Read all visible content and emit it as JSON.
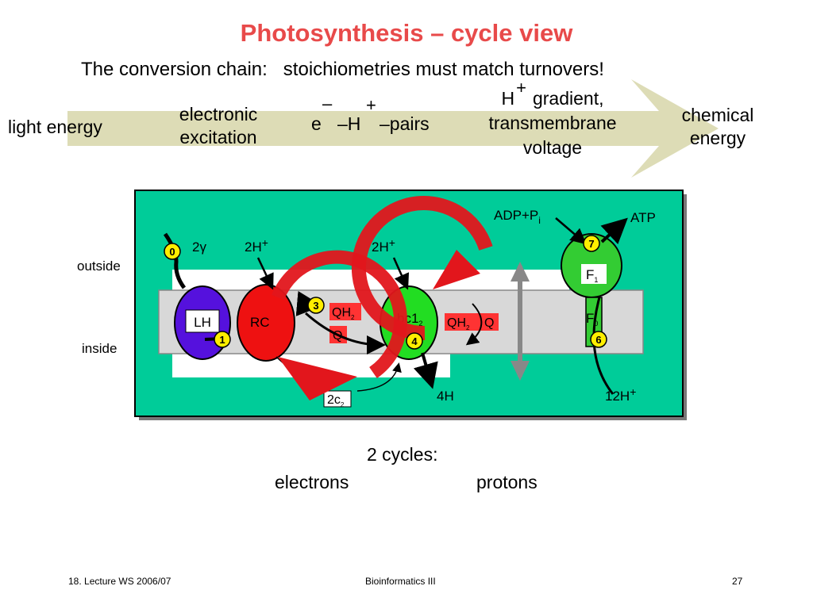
{
  "title": "Photosynthesis – cycle view",
  "subtitle": "The conversion chain:   stoichiometries must match turnovers!",
  "colors": {
    "title": "#e84a4a",
    "arrow": "#dddcb6",
    "panel": "#00cc99",
    "membrane": "#d8d8d8",
    "cycle": "#e2161c",
    "lh": "#5511dd",
    "rc": "#ee1111",
    "bc1": "#22dd22",
    "atpase": "#33cc33",
    "badge": "#ffee00",
    "tag": "#ff3333"
  },
  "chain": {
    "light": "light energy",
    "excitation_1": "electronic",
    "excitation_2": "excitation",
    "pairs_e": "e",
    "pairs_minus": "–",
    "pairs_h": "–H",
    "pairs_plus": "+",
    "pairs_end": "–pairs",
    "gradient_h": "H",
    "gradient_plus": "+",
    "gradient_1": "gradient,",
    "gradient_2": "transmembrane",
    "gradient_3": "voltage",
    "chemical_1": "chemical",
    "chemical_2": "energy"
  },
  "side_labels": {
    "outside": "outside",
    "inside": "inside"
  },
  "diagram": {
    "lh": "LH",
    "rc": "RC",
    "bc1": "bc1",
    "bc1_sub": "2",
    "f1": "F",
    "f1_sub": "1",
    "f0": "F",
    "f0_sub": "0",
    "qh2": "QH",
    "qh2_sub": "2",
    "q": "Q",
    "c2": "2c",
    "c2_sub": "2",
    "photons": "2γ",
    "h_left": "2H",
    "h_mid": "2H",
    "plus": "+",
    "h_4": "4H",
    "h_12": "12H",
    "adp": "ADP+P",
    "adp_sub": "i",
    "atp": "ATP",
    "badges": [
      "0",
      "1",
      "3",
      "4",
      "6",
      "7"
    ]
  },
  "cycles": {
    "heading": "2 cycles:",
    "electrons": "electrons",
    "protons": "protons"
  },
  "footer": {
    "left": "18. Lecture WS 2006/07",
    "center": "Bioinformatics III",
    "right": "27"
  }
}
